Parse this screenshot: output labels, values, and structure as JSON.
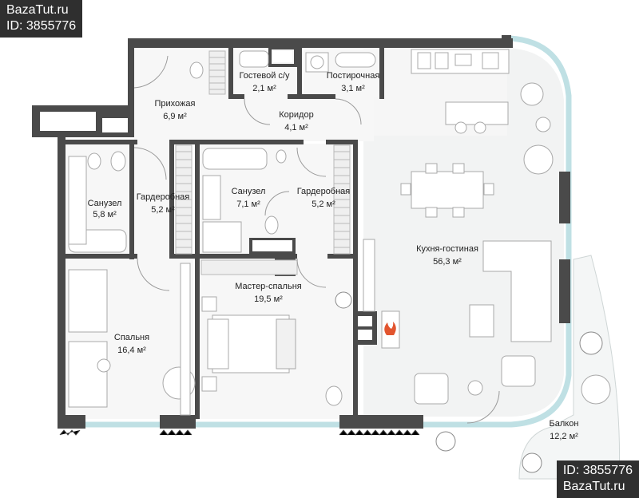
{
  "watermark_top": {
    "site": "BazaTut.ru",
    "id": "ID: 3855776"
  },
  "watermark_bottom": {
    "id": "ID: 3855776",
    "site": "BazaTut.ru"
  },
  "rooms": [
    {
      "name": "Прихожая",
      "area": "6,9 м²"
    },
    {
      "name": "Гостевой с/у",
      "area": "2,1 м²"
    },
    {
      "name": "Постирочная",
      "area": "3,1 м²"
    },
    {
      "name": "Коридор",
      "area": "4,1 м²"
    },
    {
      "name": "Санузел",
      "area": "5,8 м²"
    },
    {
      "name": "Гардеробная",
      "area": "5,2 м²"
    },
    {
      "name": "Санузел",
      "area": "7,1 м²"
    },
    {
      "name": "Гардеробная",
      "area": "5,2 м²"
    },
    {
      "name": "Кухня-гостиная",
      "area": "56,3 м²"
    },
    {
      "name": "Мастер-спальня",
      "area": "19,5 м²"
    },
    {
      "name": "Спальня",
      "area": "16,4 м²"
    },
    {
      "name": "Балкон",
      "area": "12,2 м²"
    }
  ]
}
